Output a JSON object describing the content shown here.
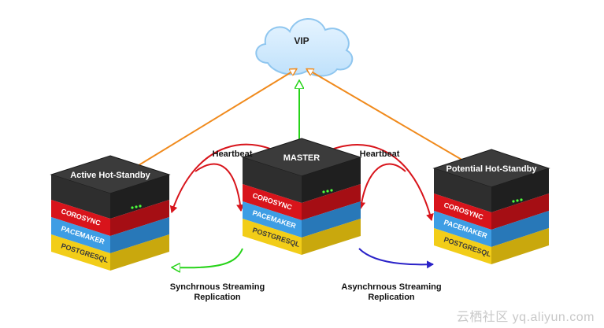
{
  "cloud": {
    "label": "VIP"
  },
  "servers": [
    {
      "title": "Active Hot-Standby",
      "layers": [
        "COROSYNC",
        "PACEMAKER",
        "POSTGRESQL"
      ]
    },
    {
      "title": "MASTER",
      "layers": [
        "COROSYNC",
        "PACEMAKER",
        "POSTGRESQL"
      ]
    },
    {
      "title": "Potential Hot-Standby",
      "layers": [
        "COROSYNC",
        "PACEMAKER",
        "POSTGRESQL"
      ]
    }
  ],
  "links": {
    "heartbeat_left": "Heartbeat",
    "heartbeat_right": "Heartbeat",
    "sync_line1": "Synchrnous Streaming",
    "sync_line2": "Replication",
    "async_line1": "Asynchrnous Streaming",
    "async_line2": "Replication"
  },
  "colors": {
    "top": "#2e2e2e",
    "top_edge": "#1a1a1a",
    "corosync": "#d8141b",
    "pacemaker": "#3e9de4",
    "postgresql": "#f2cd18",
    "orange": "#f08a1c",
    "green": "#27d319",
    "red": "#d8141b",
    "blue": "#2a22c8"
  },
  "watermark": "云栖社区 yq.aliyun.com"
}
